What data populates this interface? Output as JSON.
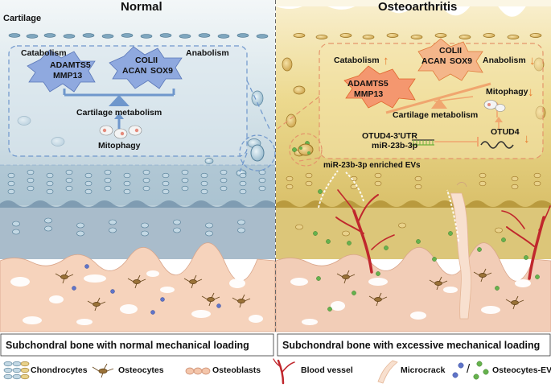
{
  "headers": {
    "left": "Normal",
    "right": "Osteoarthritis"
  },
  "cartilage_label": "Cartilage",
  "normal_panel": {
    "catabolism": "Catabolism",
    "anabolism": "Anabolism",
    "catabolic_genes": [
      "ADAMTS5",
      "MMP13"
    ],
    "anabolic_genes": [
      "COLII",
      "ACAN",
      "SOX9"
    ],
    "cartilage_metabolism": "Cartilage metabolism",
    "mitophagy": "Mitophagy"
  },
  "oa_panel": {
    "catabolism": "Catabolism",
    "anabolism": "Anabolism",
    "anabolic_genes": [
      "COLII",
      "ACAN",
      "SOX9"
    ],
    "catabolic_genes": [
      "ADAMTS5",
      "MMP13"
    ],
    "mitophagy": "Mitophagy",
    "cartilage_metabolism": "Cartilage metabolism",
    "binding_lines": [
      "OTUD4-3'UTR",
      "miR-23b-3p"
    ],
    "otud4": "OTUD4",
    "evs_label": "miR-23b-3p enriched EVs"
  },
  "captions": {
    "left": "Subchondral bone with normal mechanical loading",
    "right": "Subchondral bone with excessive mechanical loading"
  },
  "legend": {
    "chondrocytes": "Chondrocytes",
    "osteocytes": "Osteocytes",
    "osteoblasts": "Osteoblasts",
    "blood_vessel": "Blood vessel",
    "microcrack": "Microcrack",
    "separator": "/",
    "osteocytes_evs": "Osteocytes-EVs"
  },
  "colors": {
    "normal_cartilage": "#d9e6ec",
    "oa_cartilage": "#ecd98c",
    "bone": "#f6d6c2",
    "accent_orange": "#e8782b",
    "normal_accent": "#6f97cc",
    "vessel": "#c0272d"
  }
}
